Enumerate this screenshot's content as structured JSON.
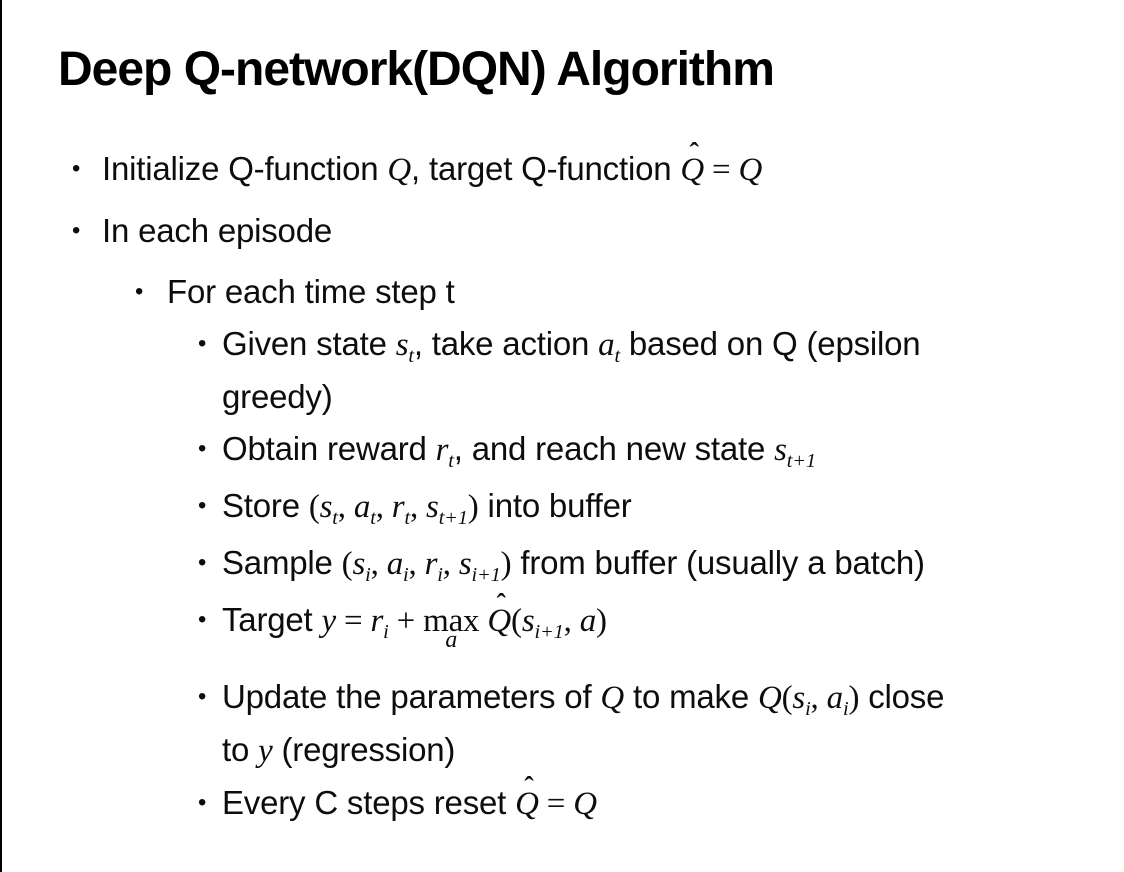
{
  "glyphs": {
    "bullet": "•",
    "hat": "ˆ"
  },
  "slide": {
    "title": "Deep Q-network(DQN) Algorithm",
    "bullets": [
      {
        "level": 1,
        "segments": [
          {
            "t": "Initialize Q-function ",
            "s": "p"
          },
          {
            "t": "Q",
            "s": "m"
          },
          {
            "t": ", target Q-function ",
            "s": "p"
          },
          {
            "t": "Q̂",
            "s": "mhat"
          },
          {
            "t": " = ",
            "s": "mo"
          },
          {
            "t": "Q",
            "s": "m"
          }
        ]
      },
      {
        "level": 1,
        "segments": [
          {
            "t": "In each episode",
            "s": "p"
          }
        ]
      },
      {
        "level": 2,
        "segments": [
          {
            "t": "For each time step t",
            "s": "p"
          }
        ]
      },
      {
        "level": 3,
        "segments": [
          {
            "t": "Given state ",
            "s": "p"
          },
          {
            "t": "s",
            "s": "m"
          },
          {
            "t": "t",
            "s": "msub"
          },
          {
            "t": ", take action ",
            "s": "p"
          },
          {
            "t": "a",
            "s": "m"
          },
          {
            "t": "t",
            "s": "msub"
          },
          {
            "t": " based on Q (epsilon",
            "s": "p"
          },
          {
            "t": "",
            "s": "br"
          },
          {
            "t": "greedy)",
            "s": "p"
          }
        ]
      },
      {
        "level": 3,
        "segments": [
          {
            "t": "Obtain reward ",
            "s": "p"
          },
          {
            "t": "r",
            "s": "m"
          },
          {
            "t": "t",
            "s": "msub"
          },
          {
            "t": ", and reach new state ",
            "s": "p"
          },
          {
            "t": "s",
            "s": "m"
          },
          {
            "t": "t+1",
            "s": "msub"
          }
        ]
      },
      {
        "level": 3,
        "segments": [
          {
            "t": "Store ",
            "s": "p"
          },
          {
            "t": "(",
            "s": "mo"
          },
          {
            "t": "s",
            "s": "m"
          },
          {
            "t": "t",
            "s": "msub"
          },
          {
            "t": ", ",
            "s": "mo"
          },
          {
            "t": "a",
            "s": "m"
          },
          {
            "t": "t",
            "s": "msub"
          },
          {
            "t": ", ",
            "s": "mo"
          },
          {
            "t": "r",
            "s": "m"
          },
          {
            "t": "t",
            "s": "msub"
          },
          {
            "t": ", ",
            "s": "mo"
          },
          {
            "t": "s",
            "s": "m"
          },
          {
            "t": "t+1",
            "s": "msub"
          },
          {
            "t": ")",
            "s": "mo"
          },
          {
            "t": " into buffer",
            "s": "p"
          }
        ]
      },
      {
        "level": 3,
        "segments": [
          {
            "t": "Sample ",
            "s": "p"
          },
          {
            "t": "(",
            "s": "mo"
          },
          {
            "t": "s",
            "s": "m"
          },
          {
            "t": "i",
            "s": "msub"
          },
          {
            "t": ", ",
            "s": "mo"
          },
          {
            "t": "a",
            "s": "m"
          },
          {
            "t": "i",
            "s": "msub"
          },
          {
            "t": ", ",
            "s": "mo"
          },
          {
            "t": "r",
            "s": "m"
          },
          {
            "t": "i",
            "s": "msub"
          },
          {
            "t": ", ",
            "s": "mo"
          },
          {
            "t": "s",
            "s": "m"
          },
          {
            "t": "i+1",
            "s": "msub"
          },
          {
            "t": ")",
            "s": "mo"
          },
          {
            "t": " from buffer (usually a batch)",
            "s": "p"
          }
        ]
      },
      {
        "level": 3,
        "tall": true,
        "segments": [
          {
            "t": "Target ",
            "s": "p"
          },
          {
            "t": "y",
            "s": "m"
          },
          {
            "t": " = ",
            "s": "mo"
          },
          {
            "t": "r",
            "s": "m"
          },
          {
            "t": "i",
            "s": "msub"
          },
          {
            "t": " + ",
            "s": "mo"
          },
          {
            "t": "max",
            "s": "underop",
            "under": "a"
          },
          {
            "t": " ",
            "s": "mo"
          },
          {
            "t": "Q̂",
            "s": "mhat"
          },
          {
            "t": "(",
            "s": "mo"
          },
          {
            "t": "s",
            "s": "m"
          },
          {
            "t": "i+1",
            "s": "msub"
          },
          {
            "t": ", ",
            "s": "mo"
          },
          {
            "t": "a",
            "s": "m"
          },
          {
            "t": ")",
            "s": "mo"
          }
        ]
      },
      {
        "level": 3,
        "segments": [
          {
            "t": "Update the parameters of ",
            "s": "p"
          },
          {
            "t": "Q",
            "s": "m"
          },
          {
            "t": " to make ",
            "s": "p"
          },
          {
            "t": "Q",
            "s": "m"
          },
          {
            "t": "(",
            "s": "mo"
          },
          {
            "t": "s",
            "s": "m"
          },
          {
            "t": "i",
            "s": "msub"
          },
          {
            "t": ", ",
            "s": "mo"
          },
          {
            "t": "a",
            "s": "m"
          },
          {
            "t": "i",
            "s": "msub"
          },
          {
            "t": ")",
            "s": "mo"
          },
          {
            "t": " close",
            "s": "p"
          },
          {
            "t": "",
            "s": "br"
          },
          {
            "t": "to ",
            "s": "p"
          },
          {
            "t": "y",
            "s": "m"
          },
          {
            "t": " (regression)",
            "s": "p"
          }
        ]
      },
      {
        "level": 3,
        "segments": [
          {
            "t": "Every C steps reset ",
            "s": "p"
          },
          {
            "t": "Q̂",
            "s": "mhat"
          },
          {
            "t": " = ",
            "s": "mo"
          },
          {
            "t": "Q",
            "s": "m"
          }
        ]
      }
    ]
  }
}
